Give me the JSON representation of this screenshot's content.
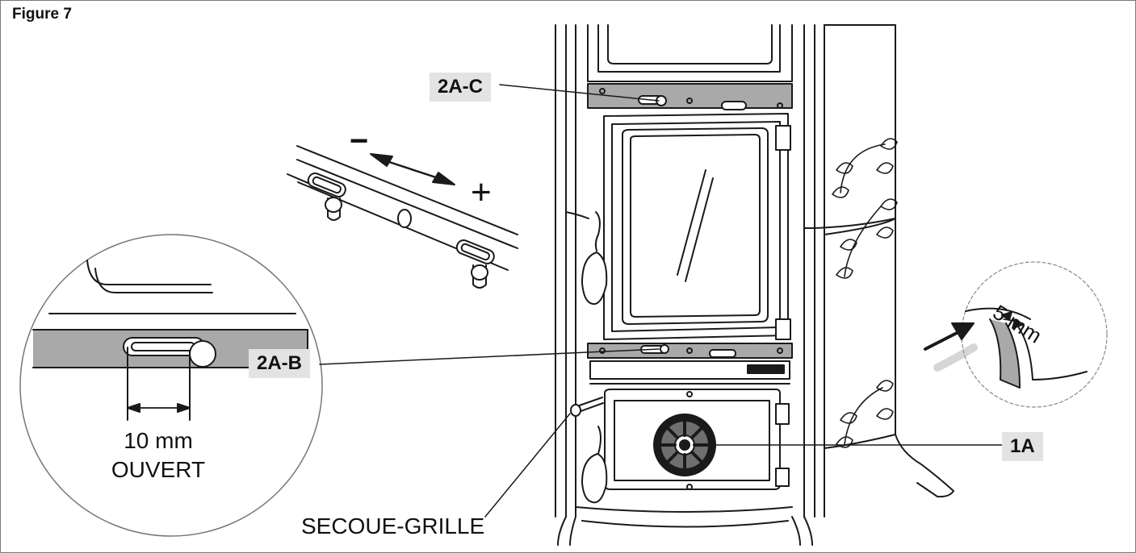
{
  "figure": {
    "title": "Figure 7"
  },
  "labels": {
    "tag_2ac": "2A-C",
    "tag_2ab": "2A-B",
    "tag_1a": "1A",
    "minus": "−",
    "plus": "+",
    "open_measure": "10 mm",
    "open_state": "OUVERT",
    "gap_measure": "5 mm",
    "grate_shaker": "SECOUE-GRILLE"
  },
  "colors": {
    "line": "#1a1a1a",
    "tag_bg": "#e3e3e3",
    "plate_grey": "#a9a9a9",
    "body_white": "#ffffff"
  }
}
